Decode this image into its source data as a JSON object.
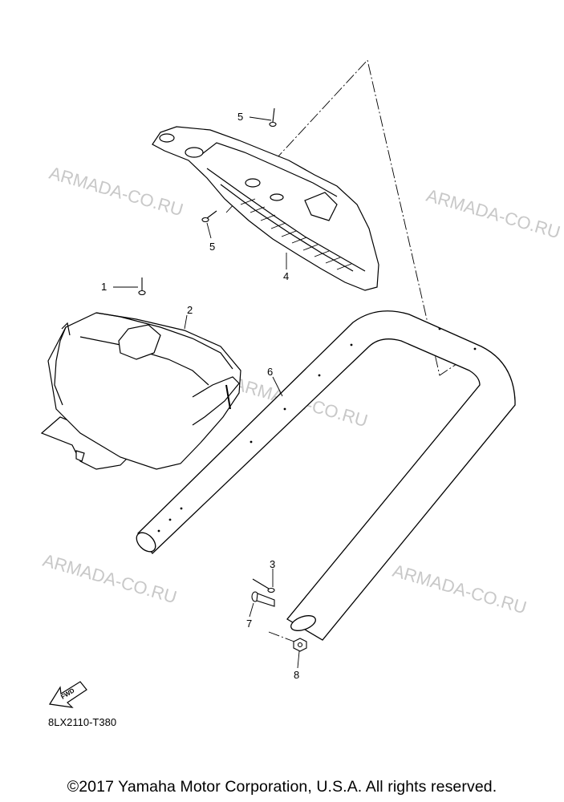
{
  "diagram": {
    "callouts": [
      "1",
      "2",
      "3",
      "4",
      "5",
      "5",
      "6",
      "7",
      "8"
    ],
    "watermark": "ARMADA-CO.RU",
    "fwd_label": "FWD",
    "drawing_code": "8LX2110-T380",
    "copyright": "©2017 Yamaha Motor Corporation, U.S.A. All rights reserved."
  }
}
